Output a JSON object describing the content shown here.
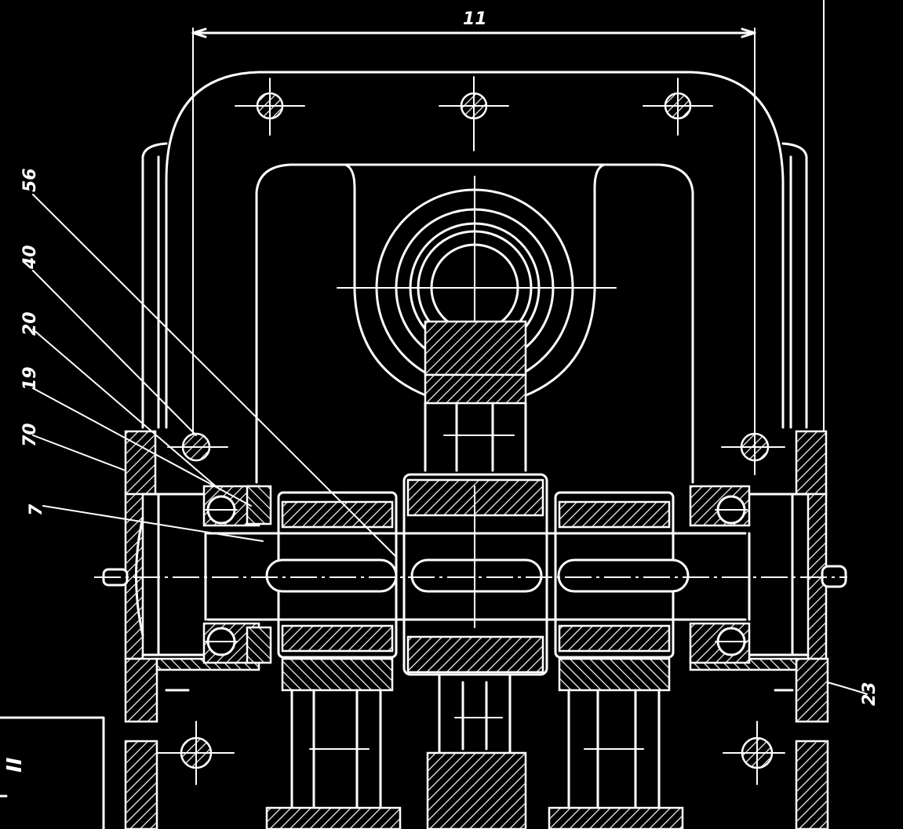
{
  "drawing": {
    "type": "gearbox-assembly-section",
    "dimension_label": "11",
    "leader_labels": [
      "56",
      "40",
      "20",
      "19",
      "70",
      "7",
      "23"
    ],
    "corner_label": "II"
  },
  "colors": {
    "background": "#000000",
    "line": "#ffffff"
  }
}
